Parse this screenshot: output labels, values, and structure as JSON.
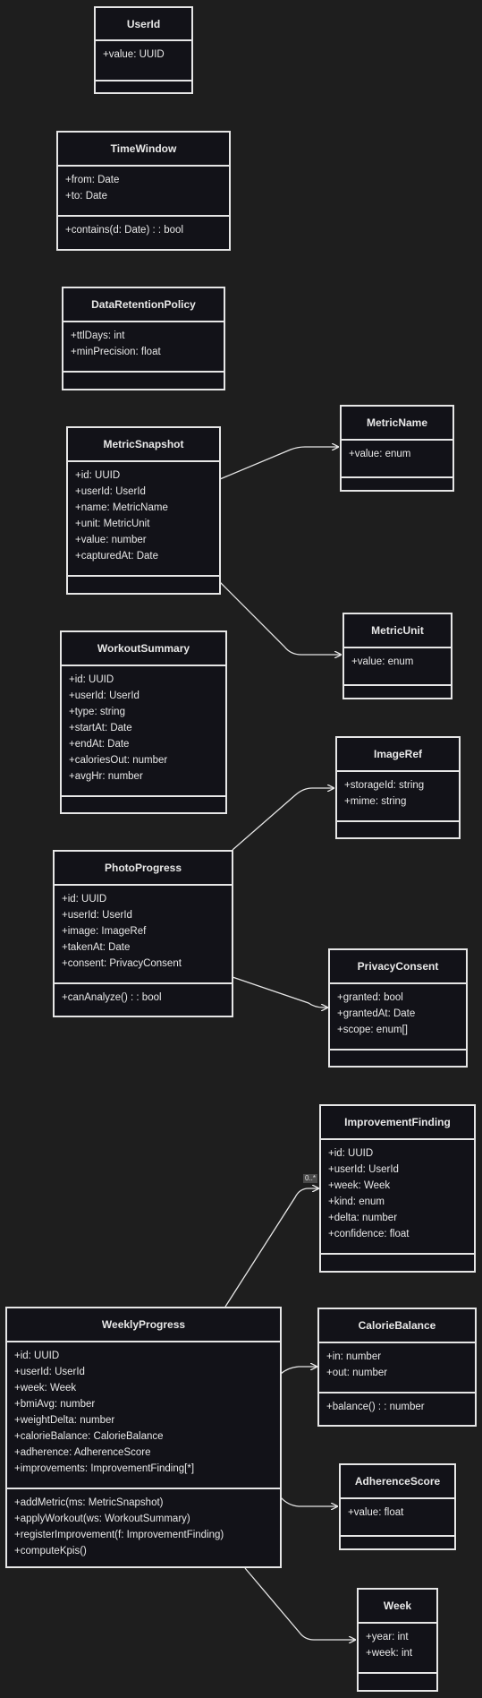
{
  "classes": {
    "userid": {
      "name": "UserId",
      "attrs": [
        "+value: UUID"
      ],
      "ops": []
    },
    "timewindow": {
      "name": "TimeWindow",
      "attrs": [
        "+from: Date",
        "+to: Date"
      ],
      "ops": [
        "+contains(d: Date) : : bool"
      ]
    },
    "dataretention": {
      "name": "DataRetentionPolicy",
      "attrs": [
        "+ttlDays: int",
        "+minPrecision: float"
      ],
      "ops": []
    },
    "metricsnapshot": {
      "name": "MetricSnapshot",
      "attrs": [
        "+id: UUID",
        "+userId: UserId",
        "+name: MetricName",
        "+unit: MetricUnit",
        "+value: number",
        "+capturedAt: Date"
      ],
      "ops": []
    },
    "metricname": {
      "name": "MetricName",
      "attrs": [
        "+value: enum"
      ],
      "ops": []
    },
    "metricunit": {
      "name": "MetricUnit",
      "attrs": [
        "+value: enum"
      ],
      "ops": []
    },
    "workoutsummary": {
      "name": "WorkoutSummary",
      "attrs": [
        "+id: UUID",
        "+userId: UserId",
        "+type: string",
        "+startAt: Date",
        "+endAt: Date",
        "+caloriesOut: number",
        "+avgHr: number"
      ],
      "ops": []
    },
    "imageref": {
      "name": "ImageRef",
      "attrs": [
        "+storageId: string",
        "+mime: string"
      ],
      "ops": []
    },
    "photoprogress": {
      "name": "PhotoProgress",
      "attrs": [
        "+id: UUID",
        "+userId: UserId",
        "+image: ImageRef",
        "+takenAt: Date",
        "+consent: PrivacyConsent"
      ],
      "ops": [
        "+canAnalyze() : : bool"
      ]
    },
    "privacyconsent": {
      "name": "PrivacyConsent",
      "attrs": [
        "+granted: bool",
        "+grantedAt: Date",
        "+scope: enum[]"
      ],
      "ops": []
    },
    "improvementfinding": {
      "name": "ImprovementFinding",
      "attrs": [
        "+id: UUID",
        "+userId: UserId",
        "+week: Week",
        "+kind: enum",
        "+delta: number",
        "+confidence: float"
      ],
      "ops": []
    },
    "weeklyprogress": {
      "name": "WeeklyProgress",
      "attrs": [
        "+id: UUID",
        "+userId: UserId",
        "+week: Week",
        "+bmiAvg: number",
        "+weightDelta: number",
        "+calorieBalance: CalorieBalance",
        "+adherence: AdherenceScore",
        "+improvements: ImprovementFinding[*]"
      ],
      "ops": [
        "+addMetric(ms: MetricSnapshot)",
        "+applyWorkout(ws: WorkoutSummary)",
        "+registerImprovement(f: ImprovementFinding)",
        "+computeKpis()"
      ]
    },
    "caloriebalance": {
      "name": "CalorieBalance",
      "attrs": [
        "+in: number",
        "+out: number"
      ],
      "ops": [
        "+balance() : : number"
      ]
    },
    "adherencescore": {
      "name": "AdherenceScore",
      "attrs": [
        "+value: float"
      ],
      "ops": []
    },
    "week": {
      "name": "Week",
      "attrs": [
        "+year: int",
        "+week: int"
      ],
      "ops": []
    }
  },
  "multiplicity": "0..*"
}
